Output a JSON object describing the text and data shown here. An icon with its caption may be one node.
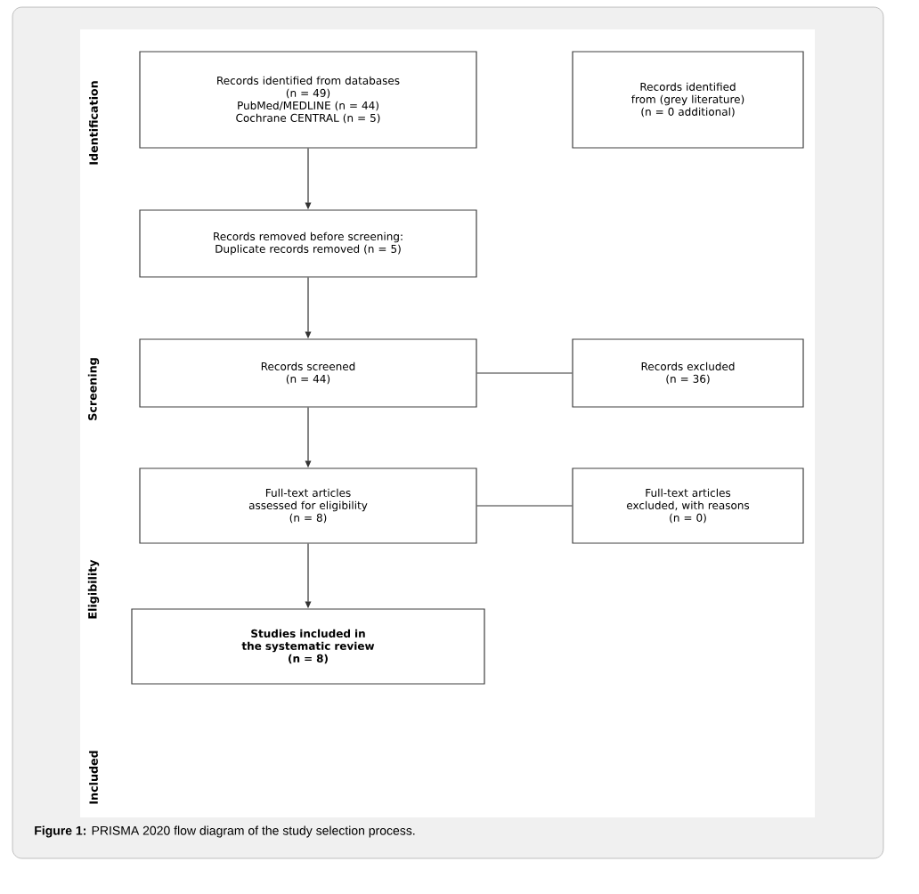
{
  "diagram": {
    "caption": "**Figure 1:** PRISMA 2020 flow diagram of the study selection process.",
    "nodes": [
      {
        "text": [
          "Records identified from databases",
          "(n = 49)",
          "PubMed/MEDLINE (n = 44)",
          "Cochrane CENTRAL (n = 5)"
        ]
      },
      {
        "text": [
          "Records identified from (grey literature)",
          "(n = 0 additional)"
        ]
      },
      {
        "text": [
          "Records removed before screening:",
          "Duplicate records removed (n = 5)"
        ]
      },
      {
        "text": [
          "Records screened",
          "(n = 44)"
        ]
      },
      {
        "text": [
          "Records excluded",
          "(n = 36)"
        ]
      },
      {
        "text": [
          "Full-text articles assessed for eligibility",
          "(n = 8)"
        ]
      },
      {
        "text": [
          "Full-text articles excluded, with reasons",
          "(n = 0)"
        ]
      },
      {
        "text": [
          "Studies included in the systematic review",
          "(n = 8)"
        ]
      }
    ],
    "edges": [
      {
        "from": 0,
        "to": 2,
        "arrow": "to"
      },
      {
        "from": 2,
        "to": 3,
        "arrow": "to"
      },
      {
        "from": 3,
        "to": 5,
        "arrow": "to"
      },
      {
        "from": 5,
        "to": 7,
        "arrow": "to"
      },
      {
        "from": 3,
        "to": 4,
        "arrow": "none"
      },
      {
        "from": 5,
        "to": 6,
        "arrow": "none"
      }
    ],
    "labels": [
      "Identification",
      "Screening",
      "Eligibility",
      "Included"
    ]
  }
}
